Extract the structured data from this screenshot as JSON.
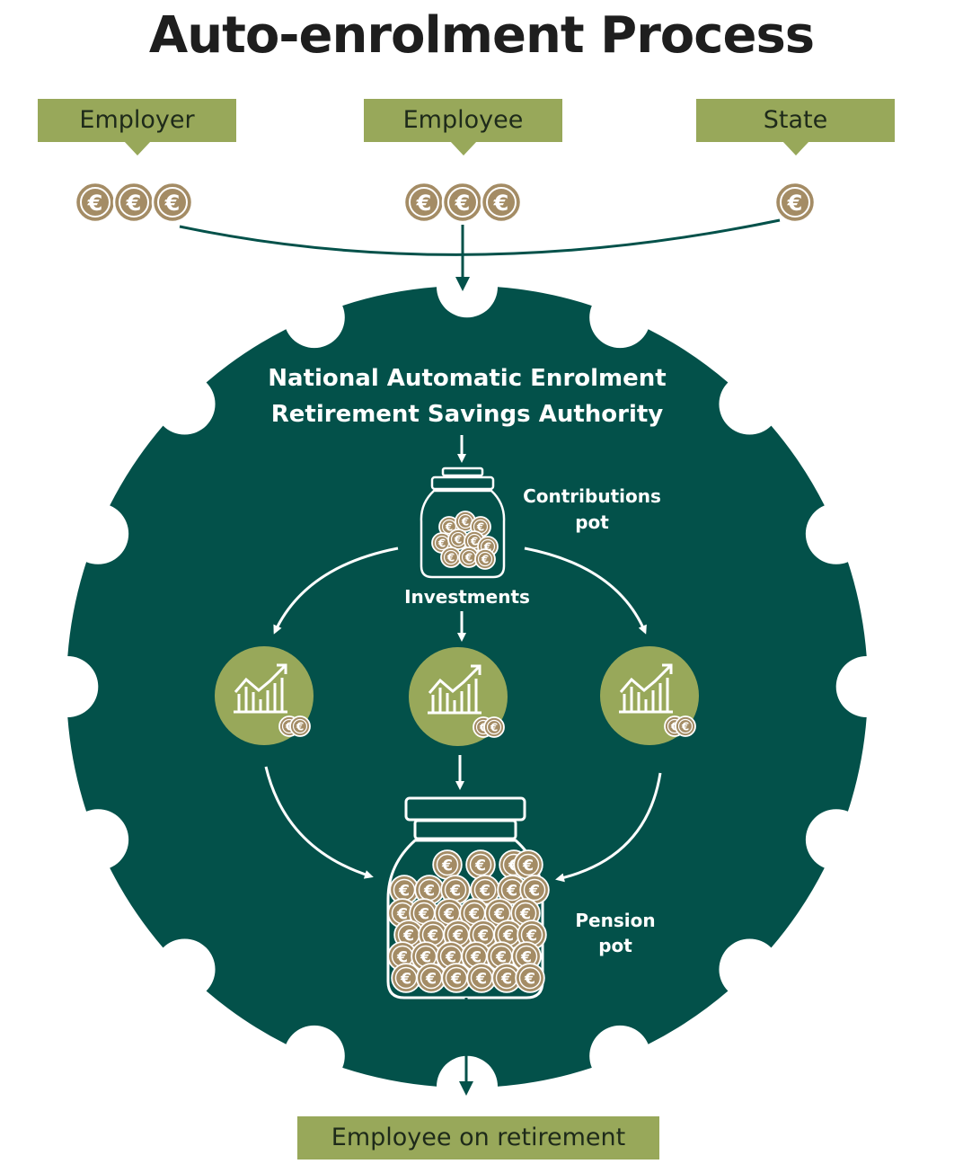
{
  "title": "Auto-enrolment Process",
  "sources": [
    {
      "label": "Employer",
      "coins": 3
    },
    {
      "label": "Employee",
      "coins": 3
    },
    {
      "label": "State",
      "coins": 1
    }
  ],
  "authority": {
    "line1": "National Automatic Enrolment",
    "line2": "Retirement Savings Authority"
  },
  "contributions_pot": {
    "line1": "Contributions",
    "line2": "pot"
  },
  "investments_label": "Investments",
  "pension_pot": {
    "line1": "Pension",
    "line2": "pot"
  },
  "retirement_label": "Employee on retirement",
  "colors": {
    "gear": "#03514a",
    "label_green": "#98a85a",
    "coin": "#a48c65",
    "investment_circle": "#98a85a"
  },
  "icons": [
    "euro-coin-icon",
    "jar-icon",
    "growth-chart-icon",
    "arrow-icon"
  ]
}
